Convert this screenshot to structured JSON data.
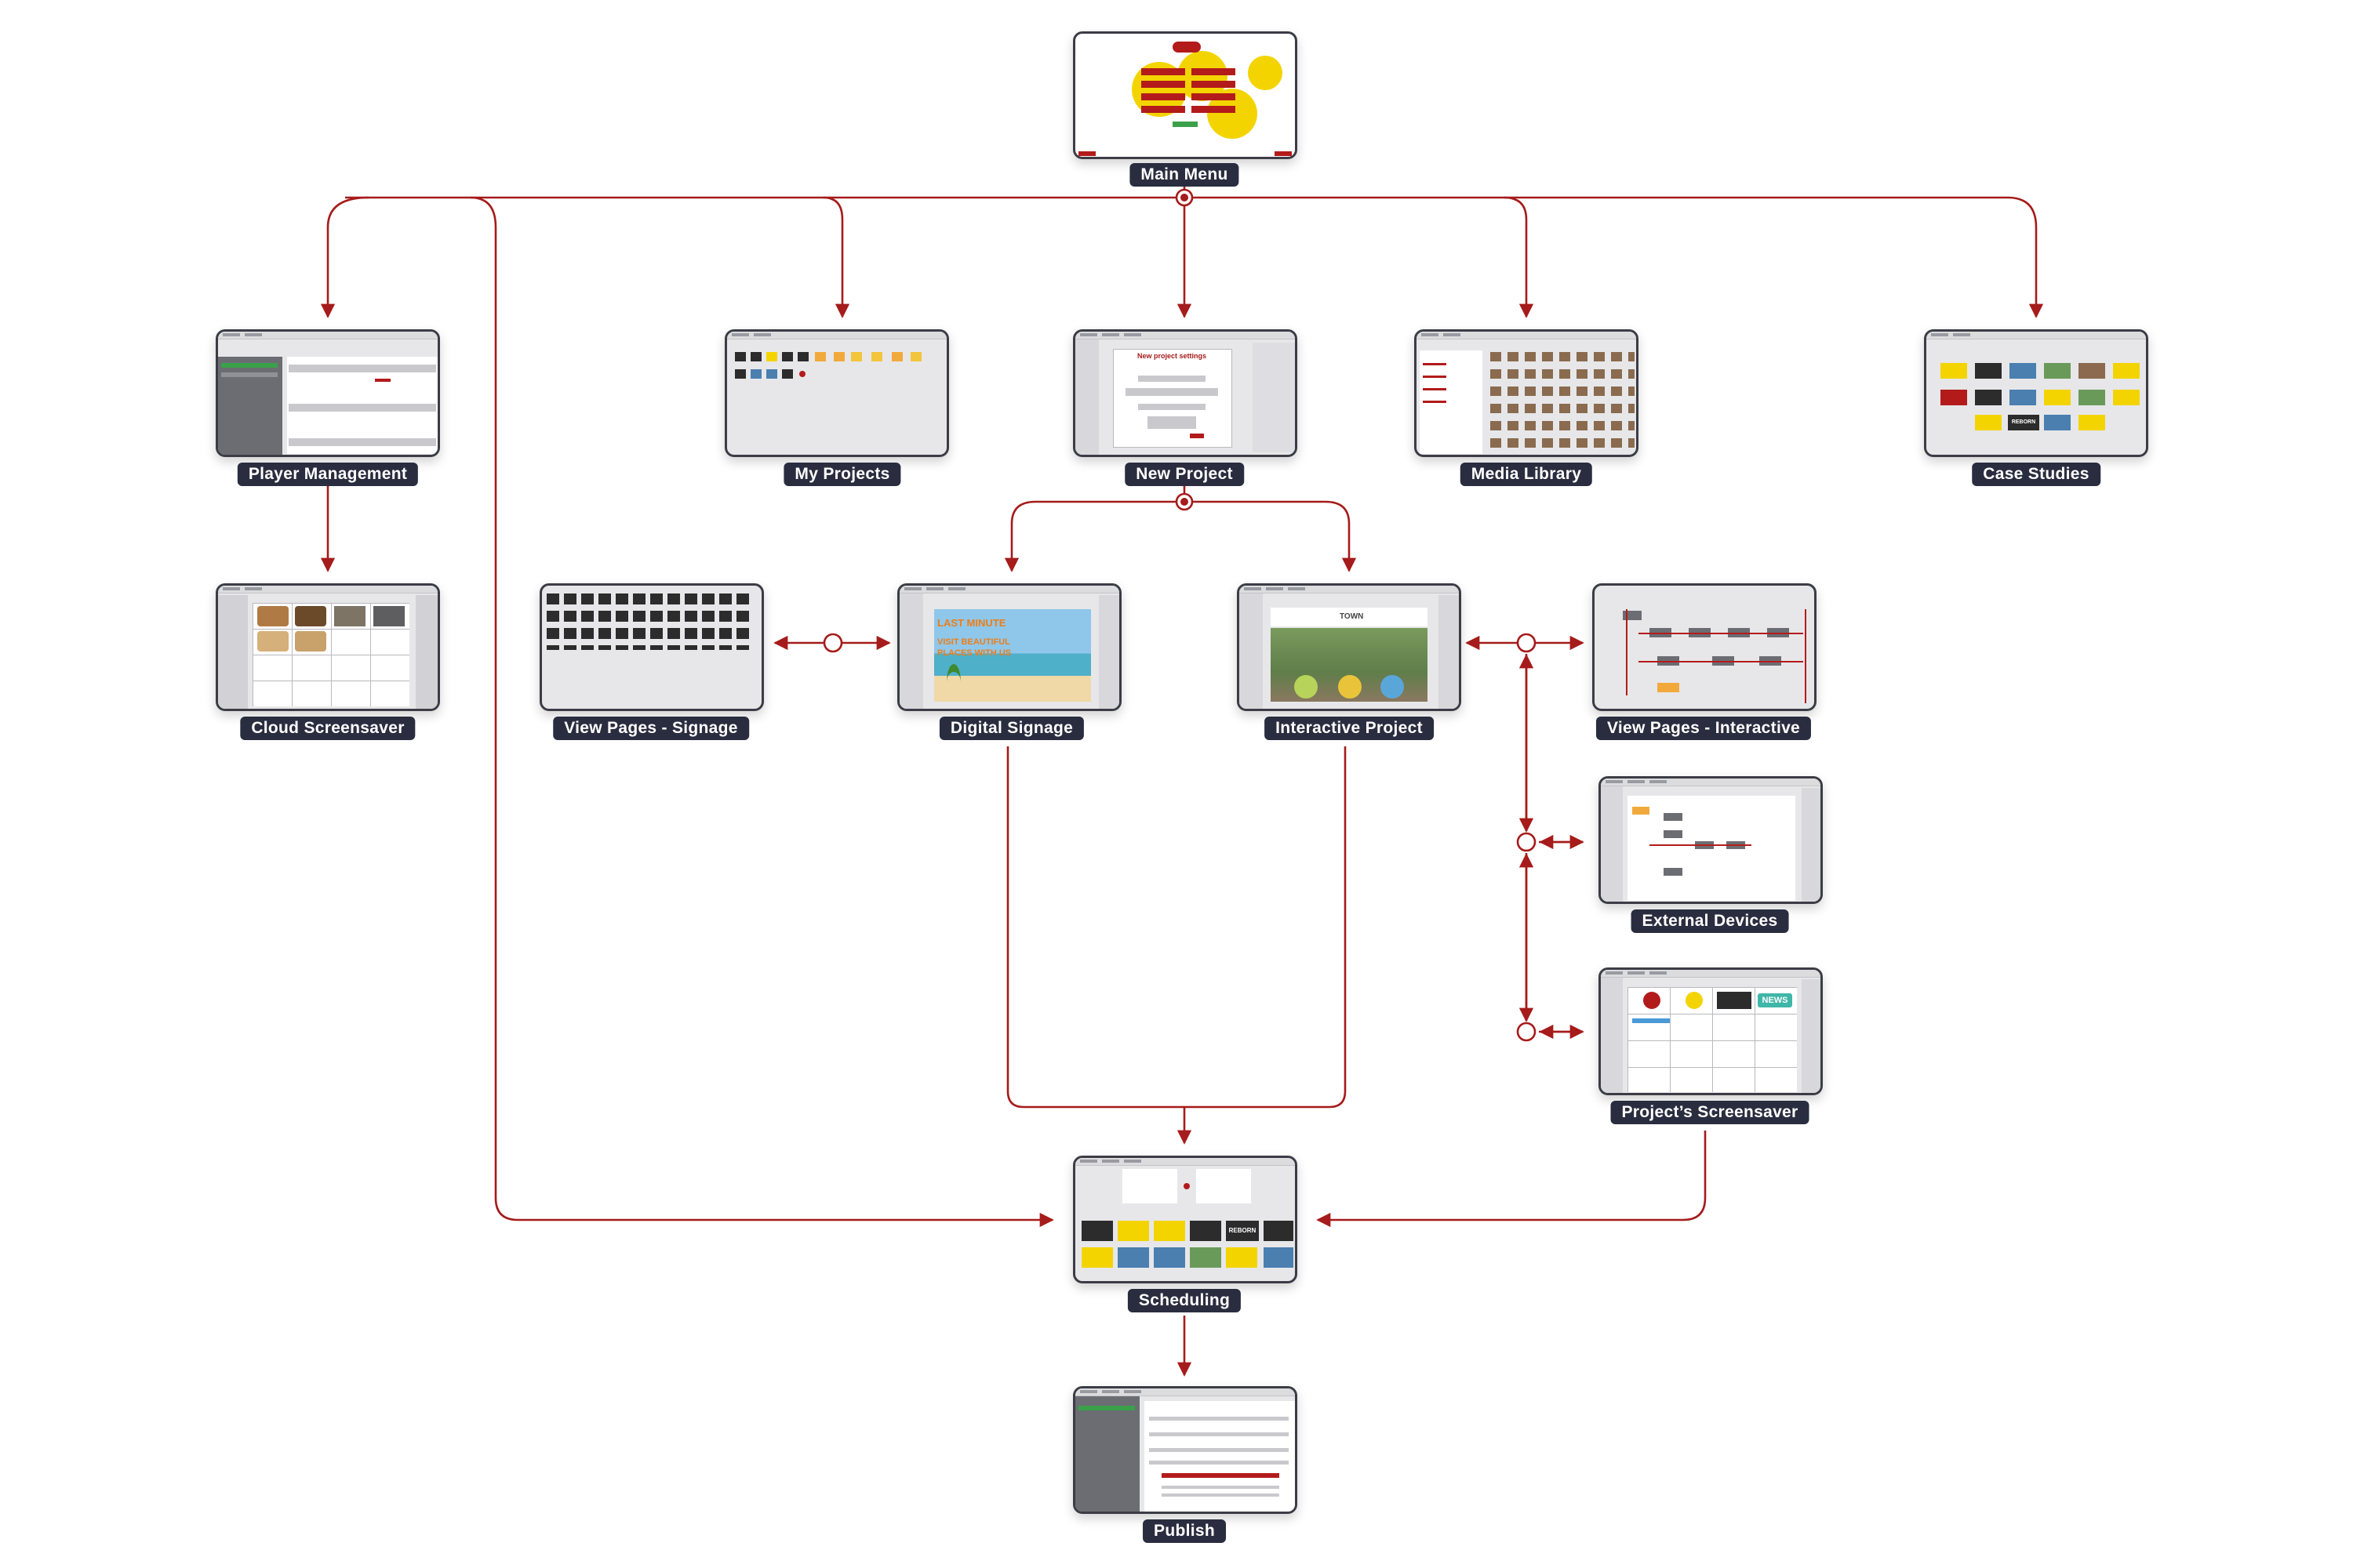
{
  "accent_color": "#a61b1b",
  "label_bg": "#2a2d3f",
  "nodes": {
    "main_menu": {
      "label": "Main Menu"
    },
    "player_management": {
      "label": "Player Management"
    },
    "my_projects": {
      "label": "My Projects"
    },
    "new_project": {
      "label": "New Project"
    },
    "media_library": {
      "label": "Media Library"
    },
    "case_studies": {
      "label": "Case Studies"
    },
    "cloud_screensaver": {
      "label": "Cloud Screensaver"
    },
    "view_pages_signage": {
      "label": "View Pages - Signage"
    },
    "digital_signage": {
      "label": "Digital Signage"
    },
    "interactive_project": {
      "label": "Interactive Project"
    },
    "view_pages_interactive": {
      "label": "View Pages - Interactive"
    },
    "external_devices": {
      "label": "External Devices"
    },
    "projects_screensaver": {
      "label": "Project’s Screensaver"
    },
    "scheduling": {
      "label": "Scheduling"
    },
    "publish": {
      "label": "Publish"
    }
  },
  "thumb_text": {
    "new_project_dialog": "New project settings",
    "signage_banner_1": "LAST MINUTE",
    "signage_banner_2": "VISIT BEAUTIFUL",
    "signage_banner_3": "PLACES WITH US",
    "interactive_title": "TOWN",
    "screensaver_badge": "NEWS",
    "case_tile": "REBORN",
    "scheduling_tile": "REBORN"
  }
}
